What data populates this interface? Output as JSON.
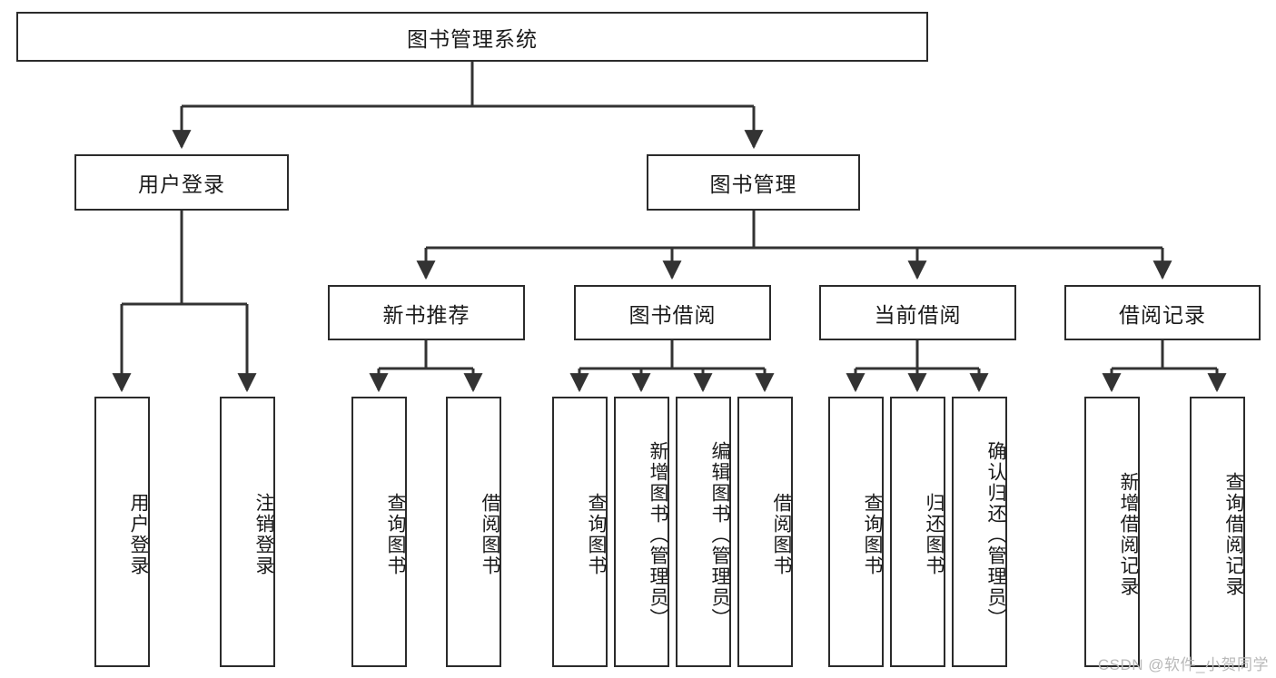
{
  "diagram": {
    "title": "图书管理系统",
    "type": "hierarchy-tree",
    "colors": {
      "box_border": "#2b2b2b",
      "box_fill": "#ffffff",
      "connector": "#333333",
      "text": "#1a1a1a",
      "watermark": "#b9b9b9"
    },
    "root": {
      "label": "图书管理系统"
    },
    "level2": [
      {
        "label": "用户登录"
      },
      {
        "label": "图书管理"
      }
    ],
    "level3": [
      {
        "label": "新书推荐"
      },
      {
        "label": "图书借阅"
      },
      {
        "label": "当前借阅"
      },
      {
        "label": "借阅记录"
      }
    ],
    "leaves": {
      "user_login": [
        {
          "label": "用户登录"
        },
        {
          "label": "注销登录"
        }
      ],
      "new_book_recommend": [
        {
          "label": "查询图书"
        },
        {
          "label": "借阅图书"
        }
      ],
      "book_borrow": [
        {
          "label": "查询图书"
        },
        {
          "label": "新增图书（管理员）"
        },
        {
          "label": "编辑图书（管理员）"
        },
        {
          "label": "借阅图书"
        }
      ],
      "current_borrow": [
        {
          "label": "查询图书"
        },
        {
          "label": "归还图书"
        },
        {
          "label": "确认归还（管理员）"
        }
      ],
      "borrow_record": [
        {
          "label": "新增借阅记录"
        },
        {
          "label": "查询借阅记录"
        }
      ]
    }
  },
  "watermark": {
    "text": "CSDN @软件_小贺同学"
  }
}
